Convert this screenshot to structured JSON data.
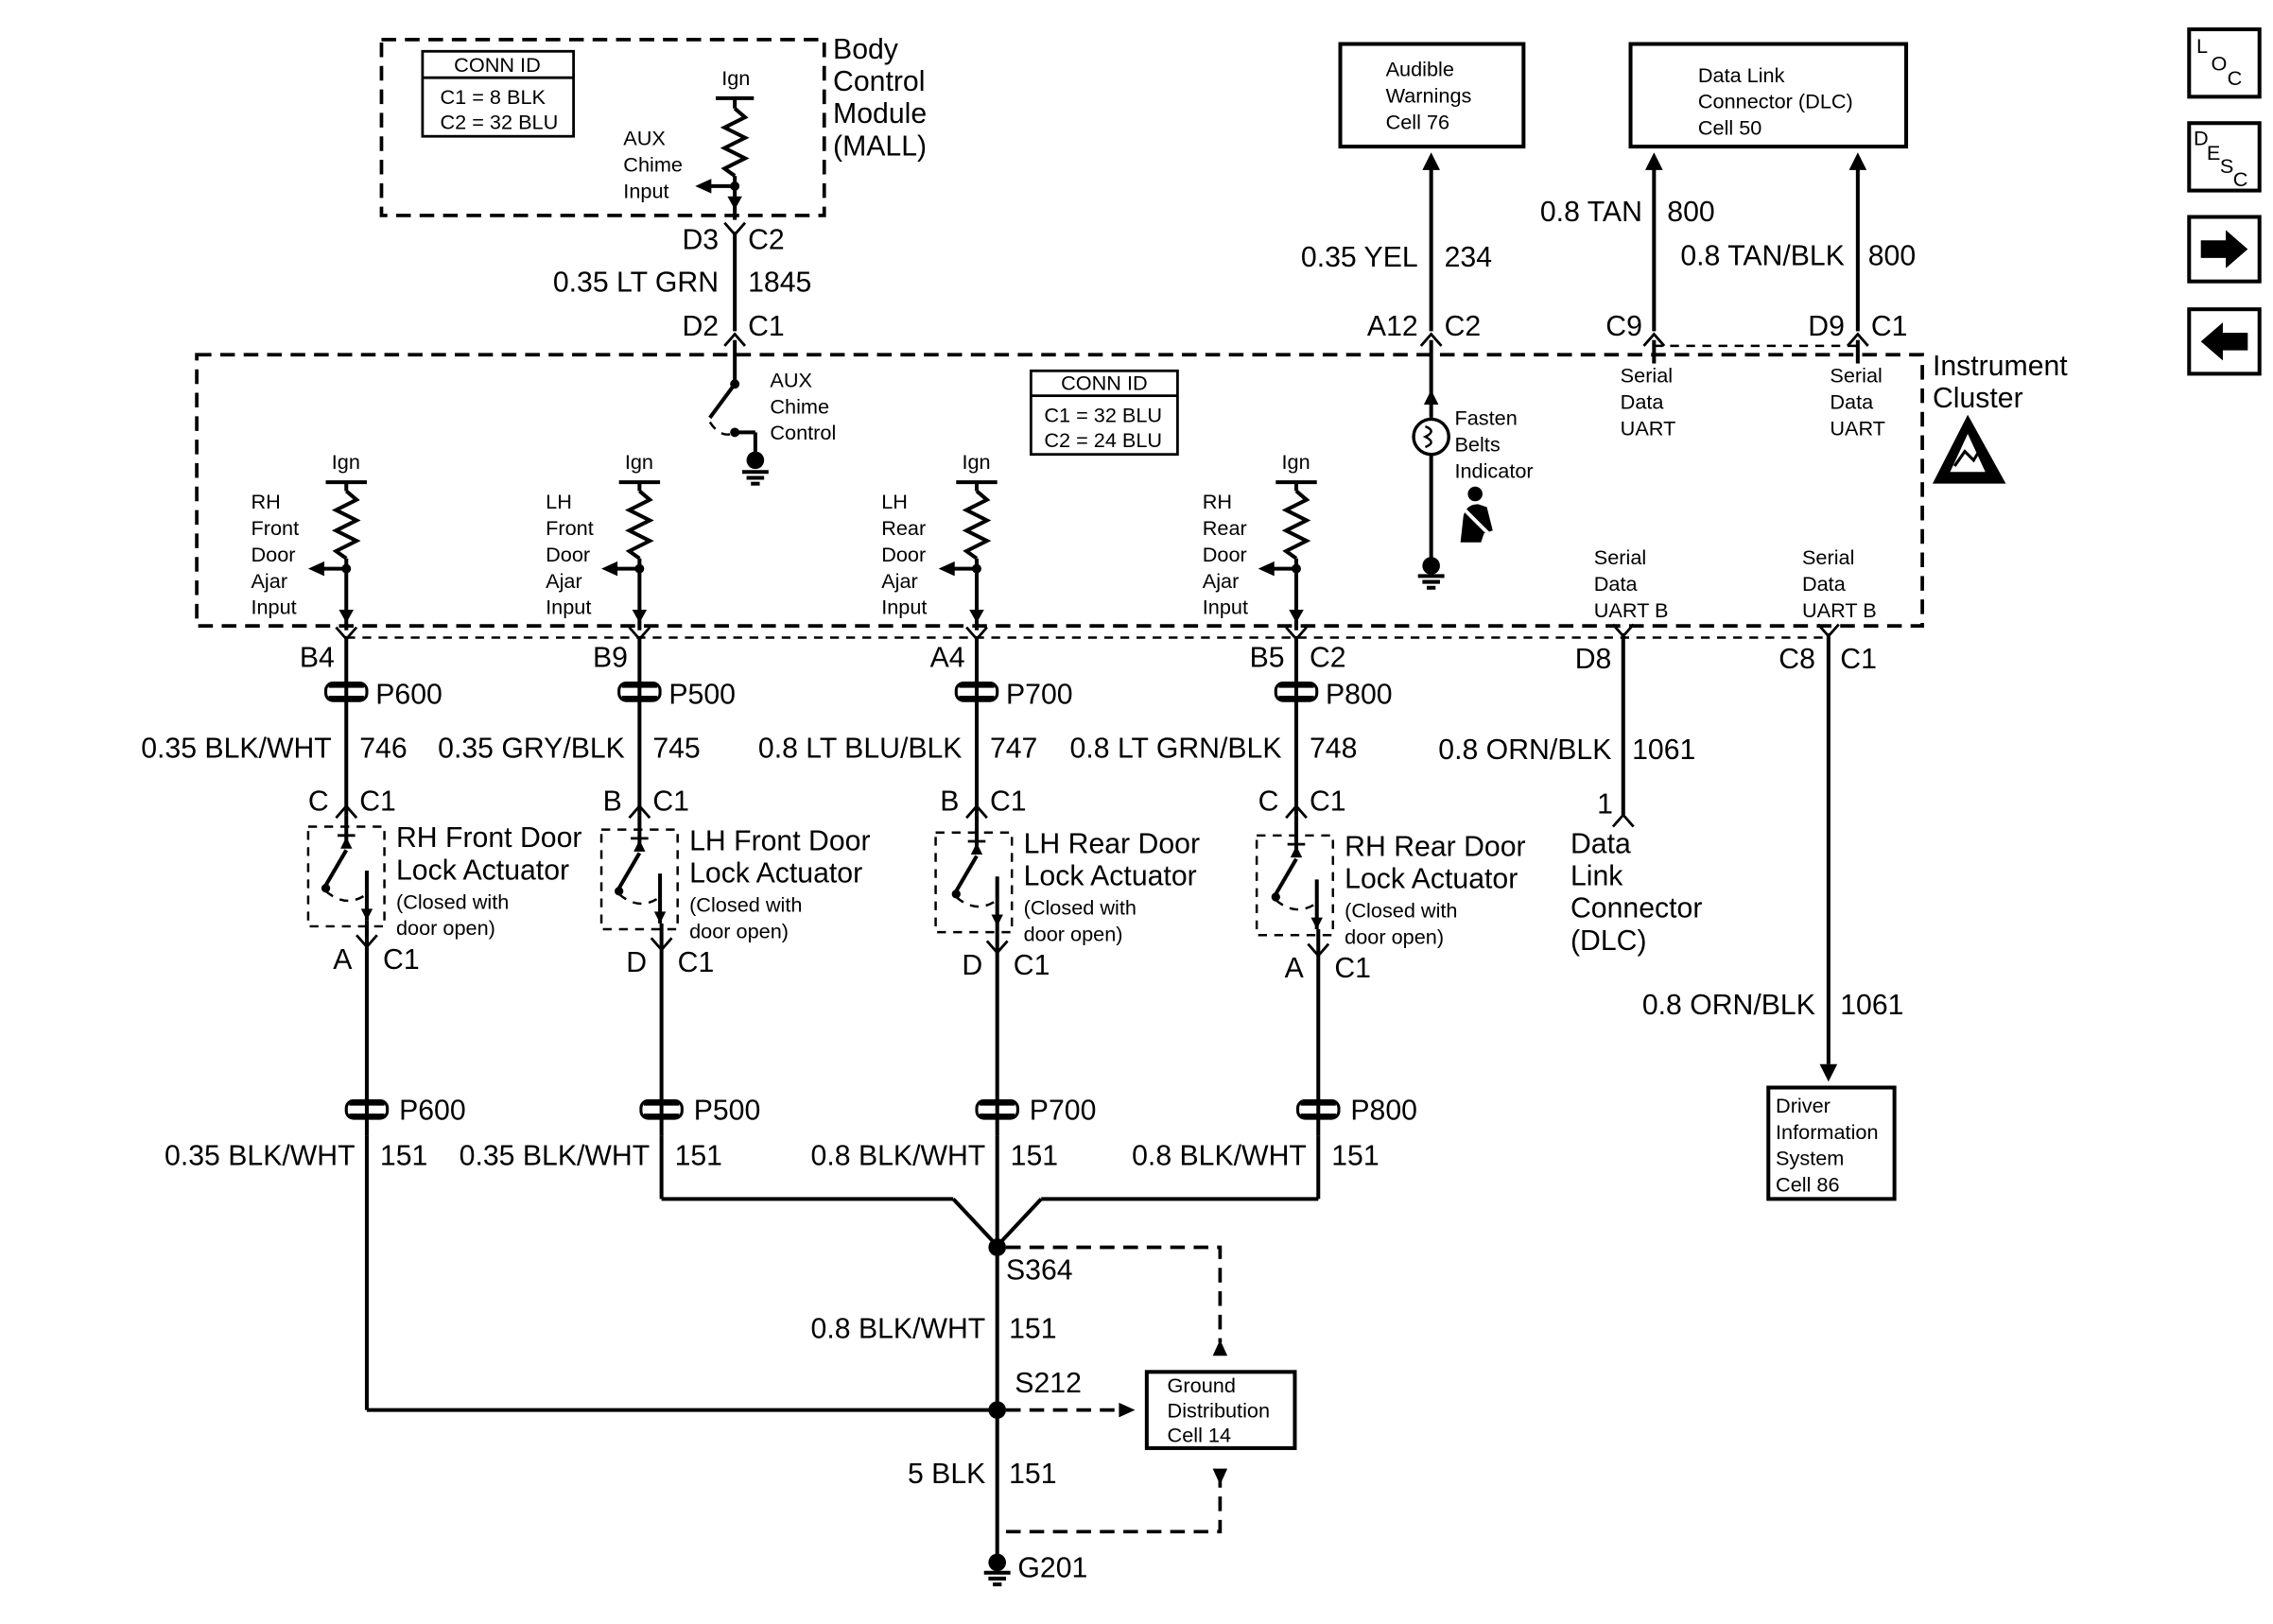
{
  "bcm": {
    "title_lines": [
      "Body",
      "Control",
      "Module",
      "(MALL)"
    ],
    "conn_id": {
      "header": "CONN ID",
      "lines": [
        "C1 = 8 BLK",
        "C2 = 32 BLU"
      ]
    },
    "ign": "Ign",
    "input_lines": [
      "AUX",
      "Chime",
      "Input"
    ]
  },
  "bcm_wire": {
    "top_pin": "D3",
    "top_conn": "C2",
    "gauge_color": "0.35 LT GRN",
    "circuit": "1845",
    "bot_pin": "D2",
    "bot_conn": "C1"
  },
  "audible": {
    "lines": [
      "Audible",
      "Warnings",
      "Cell 76"
    ],
    "gauge_color": "0.35 YEL",
    "circuit": "234",
    "pin": "A12",
    "conn": "C2"
  },
  "dlc_top": {
    "lines": [
      "Data Link",
      "Connector (DLC)",
      "Cell 50"
    ],
    "left_wire": {
      "gauge_color": "0.8 TAN",
      "circuit": "800",
      "pin": "C9"
    },
    "right_wire": {
      "gauge_color": "0.8 TAN/BLK",
      "circuit": "800",
      "pin": "D9",
      "conn": "C1"
    }
  },
  "cluster": {
    "title_lines": [
      "Instrument",
      "Cluster"
    ],
    "conn_id": {
      "header": "CONN ID",
      "lines": [
        "C1 = 32 BLU",
        "C2 = 24 BLU"
      ]
    },
    "aux_chime_lines": [
      "AUX",
      "Chime",
      "Control"
    ],
    "fasten_lines": [
      "Fasten",
      "Belts",
      "Indicator"
    ],
    "serial_uart_lines": [
      "Serial",
      "Data",
      "UART"
    ],
    "serial_uart_b_lines": [
      "Serial",
      "Data",
      "UART B"
    ],
    "ign": "Ign"
  },
  "doors": [
    {
      "input_lines": [
        "RH",
        "Front",
        "Door",
        "Ajar",
        "Input"
      ],
      "pin": "B4",
      "conn": "",
      "inline1": "P600",
      "gauge_color": "0.35 BLK/WHT",
      "circuit": "746",
      "sw_top_pin": "C",
      "sw_top_conn": "C1",
      "actuator_lines": [
        "RH Front Door",
        "Lock Actuator"
      ],
      "note_lines": [
        "(Closed with",
        "door open)"
      ],
      "sw_bot_pin": "A",
      "sw_bot_conn": "C1",
      "inline2": "P600",
      "gnd_gauge_color": "0.35 BLK/WHT",
      "gnd_circuit": "151"
    },
    {
      "input_lines": [
        "LH",
        "Front",
        "Door",
        "Ajar",
        "Input"
      ],
      "pin": "B9",
      "conn": "",
      "inline1": "P500",
      "gauge_color": "0.35 GRY/BLK",
      "circuit": "745",
      "sw_top_pin": "B",
      "sw_top_conn": "C1",
      "actuator_lines": [
        "LH Front Door",
        "Lock Actuator"
      ],
      "note_lines": [
        "(Closed with",
        "door open)"
      ],
      "sw_bot_pin": "D",
      "sw_bot_conn": "C1",
      "inline2": "P500",
      "gnd_gauge_color": "0.35 BLK/WHT",
      "gnd_circuit": "151"
    },
    {
      "input_lines": [
        "LH",
        "Rear",
        "Door",
        "Ajar",
        "Input"
      ],
      "pin": "A4",
      "conn": "",
      "inline1": "P700",
      "gauge_color": "0.8 LT BLU/BLK",
      "circuit": "747",
      "sw_top_pin": "B",
      "sw_top_conn": "C1",
      "actuator_lines": [
        "LH Rear Door",
        "Lock Actuator"
      ],
      "note_lines": [
        "(Closed with",
        "door open)"
      ],
      "sw_bot_pin": "D",
      "sw_bot_conn": "C1",
      "inline2": "P700",
      "gnd_gauge_color": "0.8 BLK/WHT",
      "gnd_circuit": "151"
    },
    {
      "input_lines": [
        "RH",
        "Rear",
        "Door",
        "Ajar",
        "Input"
      ],
      "pin": "B5",
      "conn": "C2",
      "inline1": "P800",
      "gauge_color": "0.8 LT GRN/BLK",
      "circuit": "748",
      "sw_top_pin": "C",
      "sw_top_conn": "C1",
      "actuator_lines": [
        "RH Rear Door",
        "Lock Actuator"
      ],
      "note_lines": [
        "(Closed with",
        "door open)"
      ],
      "sw_bot_pin": "A",
      "sw_bot_conn": "C1",
      "inline2": "P800",
      "gnd_gauge_color": "0.8 BLK/WHT",
      "gnd_circuit": "151"
    }
  ],
  "dlc_bottom": {
    "pin": "D8",
    "gauge_color": "0.8 ORN/BLK",
    "circuit": "1061",
    "pin_num": "1",
    "lines": [
      "Data",
      "Link",
      "Connector",
      "(DLC)"
    ]
  },
  "dis": {
    "pin": "C8",
    "conn": "C1",
    "gauge_color": "0.8 ORN/BLK",
    "circuit": "1061",
    "lines": [
      "Driver",
      "Information",
      "System",
      "Cell 86"
    ]
  },
  "ground": {
    "s364": "S364",
    "mid_gauge_color": "0.8 BLK/WHT",
    "mid_circuit": "151",
    "s212": "S212",
    "low_gauge_color": "5 BLK",
    "low_circuit": "151",
    "g201": "G201",
    "dist_lines": [
      "Ground",
      "Distribution",
      "Cell 14"
    ]
  },
  "nav": {
    "loc": [
      "L",
      "O",
      "C"
    ],
    "desc": [
      "D",
      "E",
      "S",
      "C"
    ],
    "forward_arrow": "➜",
    "back_arrow": "⬅"
  }
}
